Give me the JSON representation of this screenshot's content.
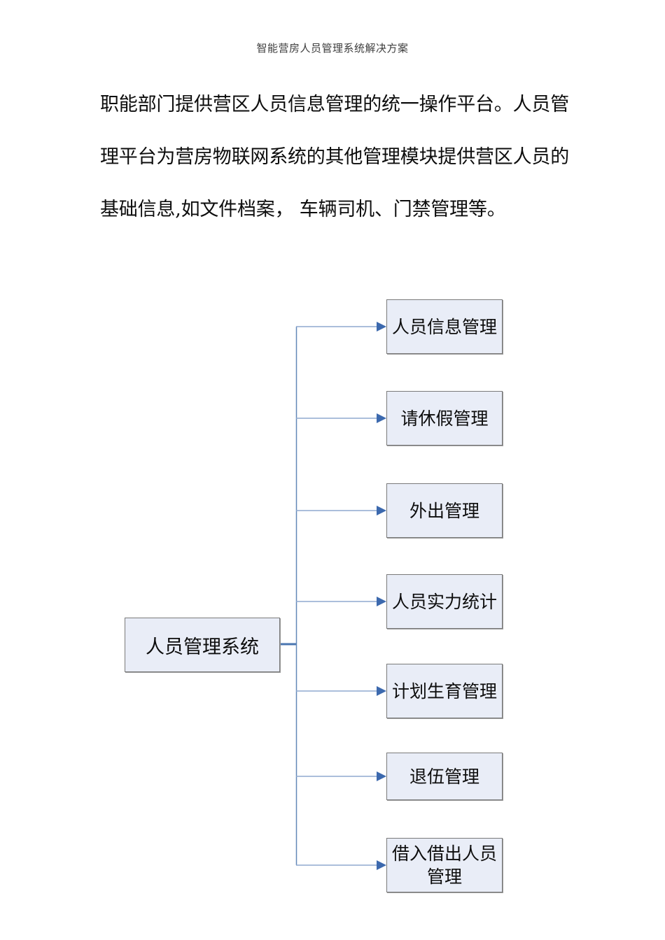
{
  "page": {
    "header": "智能营房人员管理系统解决方案"
  },
  "paragraph": {
    "lines": [
      "职能部门提供营区人员信息管理的统一操作平台。人员管",
      "理平台为营房物联网系统的其他管理模块提供营区人员的",
      "基础信息,如文件档案， 车辆司机、门禁管理等。"
    ]
  },
  "diagram": {
    "root": {
      "label": "人员管理系统"
    },
    "children": [
      {
        "label": "人员信息管理"
      },
      {
        "label": "请休假管理"
      },
      {
        "label": "外出管理"
      },
      {
        "label": "人员实力统计"
      },
      {
        "label": "计划生育管理"
      },
      {
        "label": "退伍管理"
      },
      {
        "label": "借入借出人员管理"
      }
    ]
  },
  "theme": {
    "text_color": "#111111",
    "box_fill": "#e9edf7",
    "box_border": "#7a7a7a",
    "connector_color": "#8fa9cf",
    "trunk_color": "#6288b8",
    "root_connector_color": "#4a76b0",
    "arrow_color": "#3c69ae"
  }
}
